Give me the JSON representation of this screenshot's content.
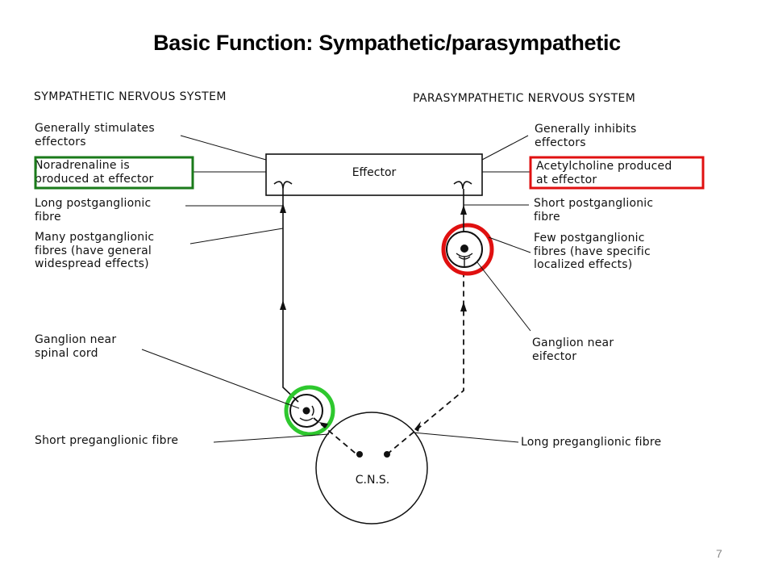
{
  "slide": {
    "title": "Basic Function: Sympathetic/parasympathetic",
    "page_number": "7"
  },
  "sympathetic": {
    "header": "SYMPATHETIC NERVOUS SYSTEM",
    "labels": {
      "stimulates": "Generally stimulates\neffectors",
      "noradrenaline": "Noradrenaline is\nproduced at effector",
      "long_post": "Long postganglionic\nfibre",
      "many_post": "Many postganglionic\nfibres (have general\nwidespread effects)",
      "ganglion": "Ganglion near\nspinal cord",
      "short_pre": "Short preganglionic fibre"
    }
  },
  "parasympathetic": {
    "header": "PARASYMPATHETIC NERVOUS SYSTEM",
    "labels": {
      "inhibits": "Generally inhibits\neffectors",
      "acetylcholine": "Acetylcholine produced\nat effector",
      "short_post": "Short postganglionic\nfibre",
      "few_post": "Few postganglionic\nfibres (have specific\nlocalized effects)",
      "ganglion": "Ganglion near\neifector",
      "long_pre": "Long preganglionic fibre"
    }
  },
  "diagram": {
    "effector_label": "Effector",
    "cns_label": "C.N.S."
  },
  "highlights": {
    "green": "#1a7a1a",
    "bright_green": "#2ec82e",
    "red": "#e01010"
  }
}
